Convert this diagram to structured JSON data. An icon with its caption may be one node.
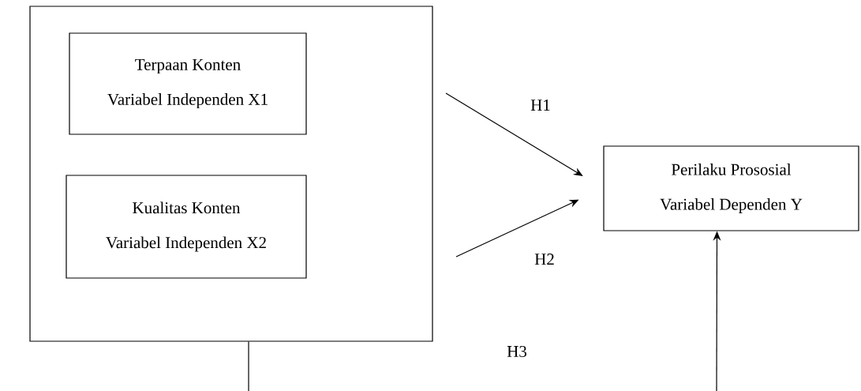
{
  "diagram": {
    "nodes": [
      {
        "text": [],
        "shape": "box"
      },
      {
        "text": [
          "Terpaan Konten",
          "Variabel Independen X1"
        ],
        "in": 0
      },
      {
        "text": [
          "Kualitas Konten",
          "Variabel Independen X2"
        ],
        "in": 0
      },
      {
        "text": [
          "Perilaku Prososial",
          "Variabel Dependen Y"
        ]
      }
    ],
    "edges": [
      {
        "from": null,
        "to": 3,
        "arrow": "to",
        "label": "H1"
      },
      {
        "from": null,
        "to": 3,
        "arrow": "to",
        "label": "H2"
      },
      {
        "from": 0,
        "to": null,
        "arrow": "none"
      },
      {
        "from": null,
        "to": 3,
        "arrow": "to"
      }
    ],
    "labels": [
      "H3"
    ]
  }
}
